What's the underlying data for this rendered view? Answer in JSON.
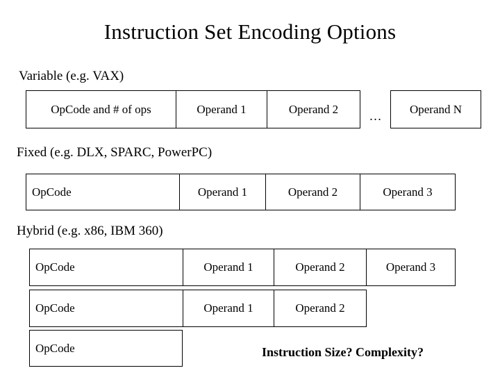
{
  "slide": {
    "title": "Instruction Set Encoding Options",
    "background_color": "#ffffff",
    "text_color": "#000000"
  },
  "sections": [
    {
      "label": "Variable (e.g. VAX)",
      "rows": [
        {
          "cells": [
            {
              "text": "OpCode and # of ops",
              "align": "center"
            },
            {
              "text": "Operand 1",
              "align": "center"
            },
            {
              "text": "Operand 2",
              "align": "center"
            },
            {
              "text": "…",
              "align": "ellipsis"
            },
            {
              "text": "Operand N",
              "align": "center"
            }
          ]
        }
      ]
    },
    {
      "label": "Fixed (e.g. DLX, SPARC, PowerPC)",
      "rows": [
        {
          "cells": [
            {
              "text": "OpCode",
              "align": "left"
            },
            {
              "text": "Operand 1",
              "align": "center"
            },
            {
              "text": "Operand 2",
              "align": "center"
            },
            {
              "text": "Operand 3",
              "align": "center"
            }
          ]
        }
      ]
    },
    {
      "label": "Hybrid (e.g. x86, IBM 360)",
      "rows": [
        {
          "cells": [
            {
              "text": "OpCode",
              "align": "left"
            },
            {
              "text": "Operand 1",
              "align": "center"
            },
            {
              "text": "Operand 2",
              "align": "center"
            },
            {
              "text": "Operand 3",
              "align": "center"
            }
          ]
        },
        {
          "cells": [
            {
              "text": "OpCode",
              "align": "left"
            },
            {
              "text": "Operand 1",
              "align": "center"
            },
            {
              "text": "Operand 2",
              "align": "center"
            }
          ]
        },
        {
          "cells": [
            {
              "text": "OpCode",
              "align": "left"
            }
          ]
        }
      ]
    }
  ],
  "footnote": "Instruction Size?  Complexity?"
}
